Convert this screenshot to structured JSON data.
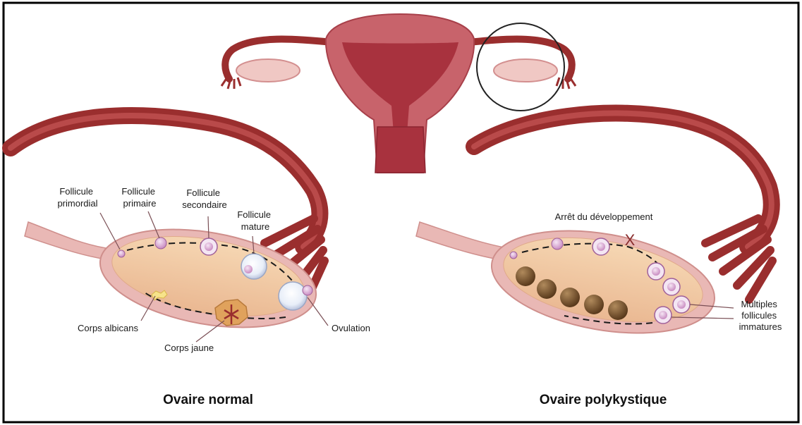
{
  "colors": {
    "frame": "#000000",
    "tube": "#9a2e2e",
    "tube_dark": "#7a2222",
    "uterus": "#c8636b",
    "uterus_inner": "#a8323e",
    "ovary_outer": "#e9b8b5",
    "ovary_inner": "#f2cfa4",
    "follicle": "#d9a3d3",
    "cyst": "#7a5530",
    "albicans": "#f7e38a",
    "corpus_luteum": "#e0a25c"
  },
  "panels": {
    "normal": {
      "title": "Ovaire normal",
      "labels": {
        "primordial": [
          "Follicule",
          "primordial"
        ],
        "primaire": [
          "Follicule",
          "primaire"
        ],
        "secondaire": [
          "Follicule",
          "secondaire"
        ],
        "mature": [
          "Follicule",
          "mature"
        ],
        "ovulation": "Ovulation",
        "albicans": "Corps albicans",
        "jaune": "Corps jaune"
      }
    },
    "pcos": {
      "title": "Ovaire polykystique",
      "labels": {
        "arret": "Arrêt du développement",
        "arret_mark": "X",
        "multiples": [
          "Multiples",
          "follicules",
          "immatures"
        ]
      }
    }
  }
}
